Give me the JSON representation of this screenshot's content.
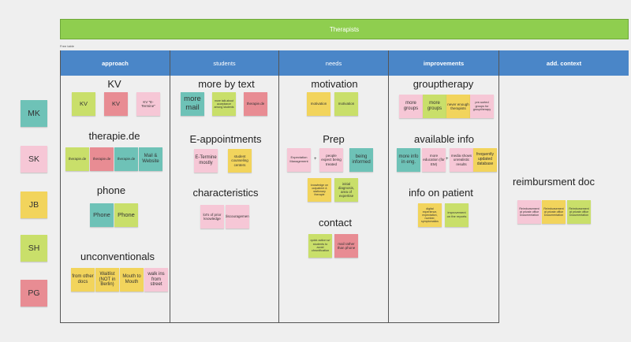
{
  "banner": {
    "title": "Therapists"
  },
  "small_caption": "Free table",
  "columns": [
    {
      "label": "approach"
    },
    {
      "label": "students"
    },
    {
      "label": "needs"
    },
    {
      "label": "improvements"
    },
    {
      "label": "add. context"
    }
  ],
  "people": [
    "MK",
    "SK",
    "JB",
    "SH",
    "PG"
  ],
  "approach": {
    "kv": {
      "heading": "KV",
      "notes": [
        "KV",
        "KV",
        "KV \"E-Termine\""
      ]
    },
    "therapie": {
      "heading": "therapie.de",
      "notes": [
        "therapie.de",
        "therapie.de",
        "therapie.de",
        "Mail & Website"
      ]
    },
    "phone": {
      "heading": "phone",
      "notes": [
        "Phone",
        "Phone"
      ]
    },
    "unconventional": {
      "heading": "unconventionals",
      "notes": [
        "from other docs",
        "Waitlist (NOT in Berlin)",
        "Mouth to Mouth",
        "walk ins from street"
      ]
    }
  },
  "students": {
    "more_by_text": {
      "heading": "more by text",
      "notes": [
        "more mail",
        "more talk about acceptance among students",
        "therapie.de"
      ]
    },
    "e_appointments": {
      "heading": "E-appointments",
      "notes": [
        "E-Termine mostly",
        "student counseling centers"
      ]
    },
    "characteristics": {
      "heading": "characteristics",
      "notes": [
        "lot's of prior knowledge",
        "discouragement"
      ]
    }
  },
  "needs": {
    "motivation": {
      "heading": "motivation",
      "notes": [
        "motivation",
        "motivation"
      ]
    },
    "prep": {
      "heading": "Prep",
      "notes": [
        "Expectation Management",
        "people expect being treated",
        "being informed",
        "knowledge on outpatient & stationary therapie",
        "initial diagnosis, area of expertise"
      ],
      "plus": "+"
    },
    "contact": {
      "heading": "contact",
      "notes": [
        "quick action w/ students to avoid chronification",
        "mail rather than phone"
      ]
    }
  },
  "improvements": {
    "grouptherapy": {
      "heading": "grouptherapy",
      "notes": [
        "more groups",
        "more groups",
        "never enough therapists",
        "pre-sorted groups for grouptherapy"
      ]
    },
    "available_info": {
      "heading": "available info",
      "notes": [
        "more info in eng.",
        "more education (für EM)",
        "media shows unrealistic results",
        "frequently updated database"
      ],
      "plus": "+"
    },
    "info_on_patient": {
      "heading": "info on patient",
      "notes": [
        "digital experience, expectation, number, symptomatics",
        "improvement on the reports"
      ]
    }
  },
  "add_context": {
    "reimbursement": {
      "heading": "reimbursment doc",
      "notes": [
        "Reimbursement at private office Documentation",
        "Reimbursement at private office Documentation",
        "Reimbursement at private office Documentation"
      ]
    }
  }
}
